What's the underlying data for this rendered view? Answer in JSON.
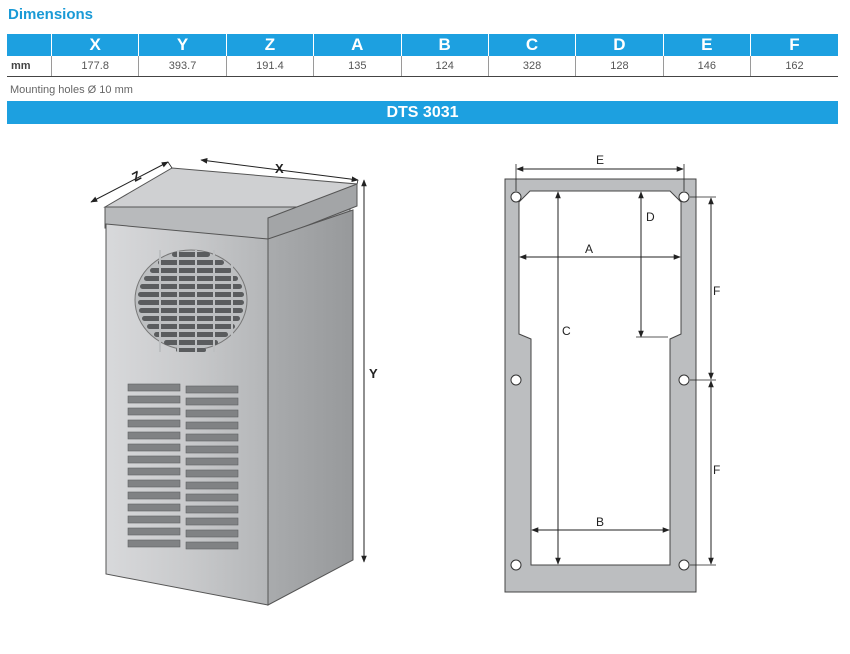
{
  "header": {
    "title": "Dimensions"
  },
  "table": {
    "columns": [
      "",
      "X",
      "Y",
      "Z",
      "A",
      "B",
      "C",
      "D",
      "E",
      "F"
    ],
    "rows": [
      [
        "mm",
        "177.8",
        "393.7",
        "191.4",
        "135",
        "124",
        "328",
        "128",
        "146",
        "162"
      ]
    ]
  },
  "note": "Mounting holes Ø 10 mm",
  "model": "DTS 3031",
  "figure_unit": {
    "labels": {
      "x": "X",
      "y": "Y",
      "z": "Z"
    }
  },
  "figure_cutout": {
    "labels": {
      "a": "A",
      "b": "B",
      "c": "C",
      "d": "D",
      "e": "E",
      "f1": "F",
      "f2": "F"
    }
  },
  "colors": {
    "accent": "#1da0e0",
    "title": "#1a9ad6",
    "panel": "#bcbec0"
  }
}
